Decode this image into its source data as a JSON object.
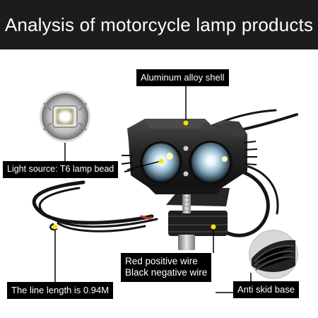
{
  "header": {
    "title": "Analysis of motorcycle lamp products"
  },
  "labels": {
    "shell": "Aluminum alloy shell",
    "light_source": "Light source: T6 lamp bead",
    "red_wire": "Red positive wire",
    "black_wire": "Black negative wire",
    "line_length": "The line length is 0.94M",
    "base": "Anti skid base"
  },
  "colors": {
    "header_bg": "#1c1c1c",
    "label_bg": "#000000",
    "marker": "#f5e200",
    "housing": "#1e1e1e"
  }
}
